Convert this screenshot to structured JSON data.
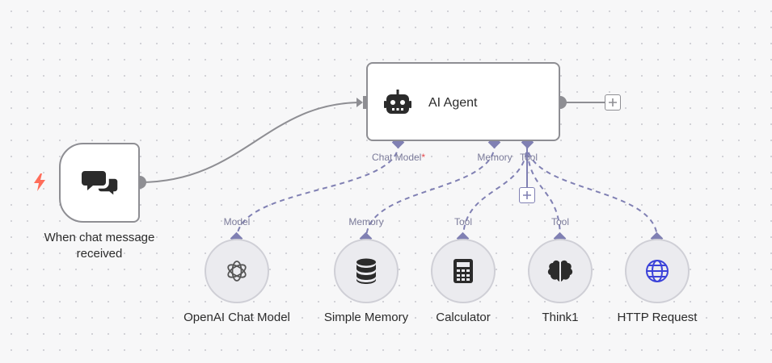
{
  "trigger": {
    "label": "When chat message received"
  },
  "agent": {
    "title": "AI Agent",
    "ports": {
      "chat_model": "Chat Model",
      "memory": "Memory",
      "tool": "Tool",
      "required_mark": "*"
    }
  },
  "sub_nodes": [
    {
      "label": "OpenAI Chat Model",
      "port_label": "Model",
      "icon": "openai-icon"
    },
    {
      "label": "Simple Memory",
      "port_label": "Memory",
      "icon": "database-icon"
    },
    {
      "label": "Calculator",
      "port_label": "Tool",
      "icon": "calculator-icon"
    },
    {
      "label": "Think1",
      "port_label": "Tool",
      "icon": "brain-icon"
    },
    {
      "label": "HTTP Request",
      "port_label": "",
      "icon": "globe-icon"
    }
  ],
  "colors": {
    "canvas_bg": "#f7f7f8",
    "node_border": "#8e8e93",
    "connection": "#8e8e93",
    "ai_connection": "#8080b3",
    "trigger_accent": "#ff6d5a",
    "globe_accent": "#3b42d9"
  }
}
